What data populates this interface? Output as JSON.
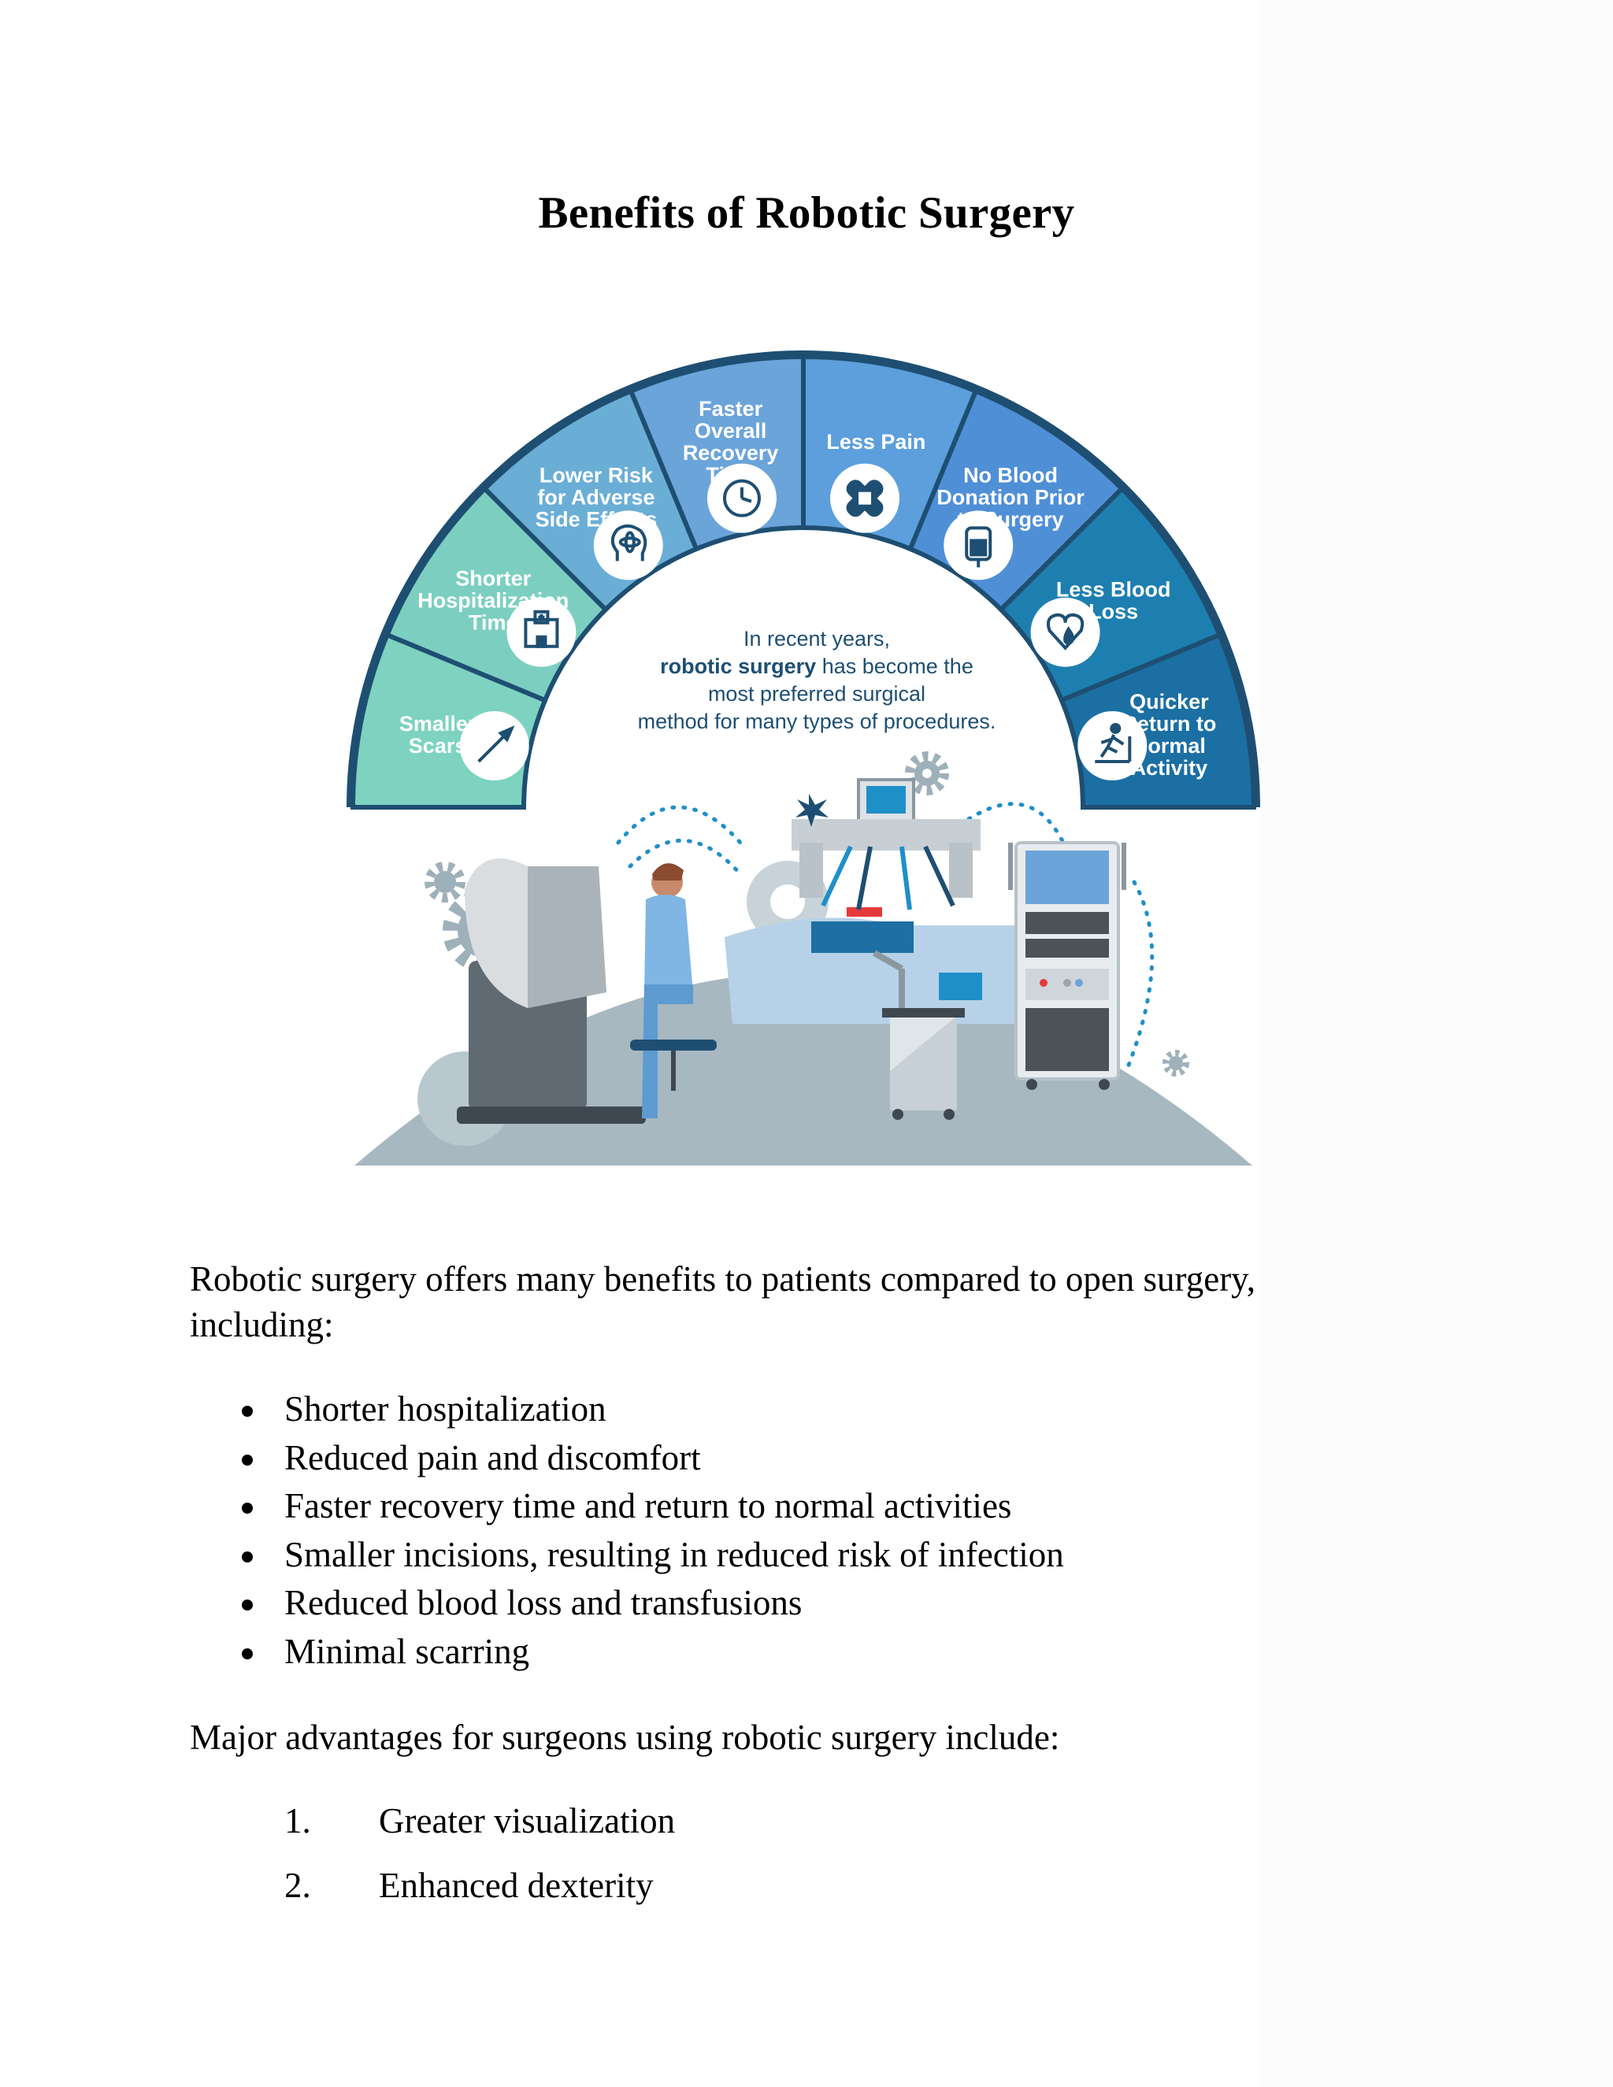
{
  "document": {
    "title": "Benefits of Robotic Surgery",
    "intro": "Robotic surgery offers many benefits to patients compared to open surgery, including:",
    "patient_benefits": [
      "Shorter hospitalization",
      "Reduced pain and discomfort",
      "Faster recovery time and return to normal activities",
      "Smaller incisions, resulting in reduced risk of infection",
      "Reduced blood loss and transfusions",
      "Minimal scarring"
    ],
    "surgeon_intro": "Major advantages for surgeons using robotic surgery include:",
    "surgeon_advantages": [
      {
        "num": "1.",
        "text": "Greater visualization"
      },
      {
        "num": "2.",
        "text": "Enhanced dexterity"
      }
    ]
  },
  "infographic": {
    "segments": [
      {
        "label": "Smaller\nScars",
        "color": "#7dd3c0",
        "icon": "scalpel-icon"
      },
      {
        "label": "Shorter\nHospitalization\nTime",
        "color": "#7ccfc0",
        "icon": "hospital-icon"
      },
      {
        "label": "Lower Risk\nfor Adverse\nSide Effects",
        "color": "#6aaed6",
        "icon": "atom-head-icon"
      },
      {
        "label": "Faster\nOverall\nRecovery\nTime",
        "color": "#6ba4d9",
        "icon": "clock-icon"
      },
      {
        "label": "Less Pain",
        "color": "#5c9fdc",
        "icon": "bandage-icon"
      },
      {
        "label": "No Blood\nDonation Prior\nto Surgery",
        "color": "#4f8fd6",
        "icon": "blood-bag-icon"
      },
      {
        "label": "Less Blood\nLoss",
        "color": "#1d7fb0",
        "icon": "heart-drop-icon"
      },
      {
        "label": "Quicker\nReturn to\nNormal\nActivity",
        "color": "#1b6fa3",
        "icon": "treadmill-icon"
      }
    ],
    "center_text": {
      "line1": "In recent years,",
      "line2_bold": "robotic surgery",
      "line2_rest": " has become the",
      "line3": "most preferred surgical",
      "line4": "method for many types of procedures."
    },
    "colors": {
      "outline": "#1e4f72",
      "floor": "#9fb3bd",
      "accent": "#1f8fc8"
    }
  }
}
